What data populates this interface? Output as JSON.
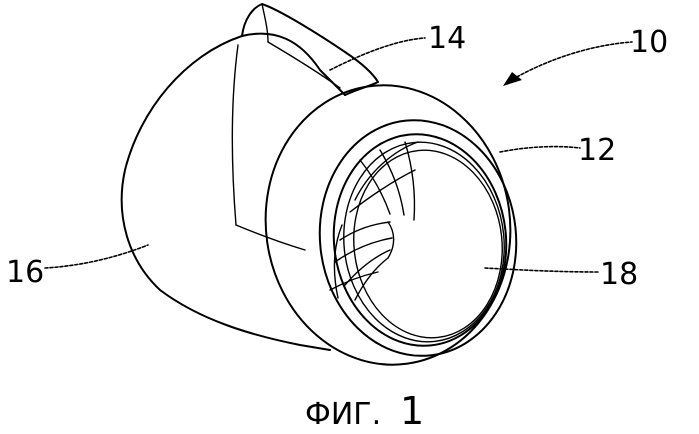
{
  "figure": {
    "caption_prefix": "ФИГ.",
    "caption_number": "1",
    "reference_numerals": {
      "assembly": "10",
      "rim": "12",
      "fin": "14",
      "body": "16",
      "inner_ring": "18"
    }
  }
}
